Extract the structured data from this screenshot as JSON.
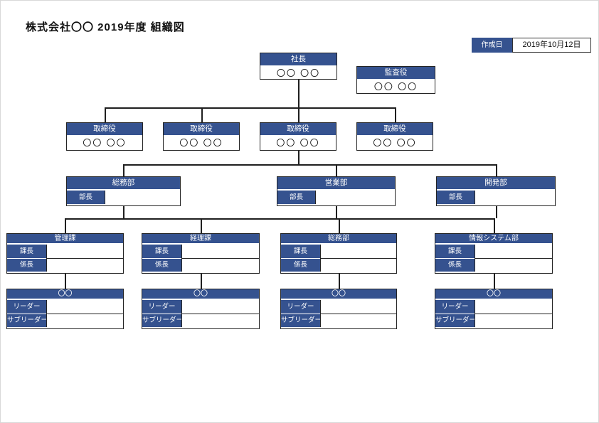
{
  "page": {
    "title": "株式会社〇〇 2019年度 組織図",
    "created_label": "作成日",
    "created_date": "2019年10月12日"
  },
  "colors": {
    "header_blue": "#35528F",
    "line_black": "#1f1f1f"
  },
  "chart": {
    "president": {
      "title": "社長",
      "name": "〇〇 〇〇"
    },
    "auditor": {
      "title": "監査役",
      "name": "〇〇 〇〇"
    },
    "directors": [
      {
        "title": "取締役",
        "name": "〇〇 〇〇"
      },
      {
        "title": "取締役",
        "name": "〇〇 〇〇"
      },
      {
        "title": "取締役",
        "name": "〇〇 〇〇"
      },
      {
        "title": "取締役",
        "name": "〇〇 〇〇"
      }
    ],
    "departments": [
      {
        "name": "総務部",
        "manager_label": "部長",
        "manager_value": ""
      },
      {
        "name": "営業部",
        "manager_label": "部長",
        "manager_value": ""
      },
      {
        "name": "開発部",
        "manager_label": "部長",
        "manager_value": ""
      }
    ],
    "sections": [
      {
        "name": "管理課",
        "rows": [
          {
            "label": "課長",
            "value": ""
          },
          {
            "label": "係長",
            "value": ""
          }
        ]
      },
      {
        "name": "経理課",
        "rows": [
          {
            "label": "課長",
            "value": ""
          },
          {
            "label": "係長",
            "value": ""
          }
        ]
      },
      {
        "name": "総務部",
        "rows": [
          {
            "label": "課長",
            "value": ""
          },
          {
            "label": "係長",
            "value": ""
          }
        ]
      },
      {
        "name": "情報システム部",
        "rows": [
          {
            "label": "課長",
            "value": ""
          },
          {
            "label": "係長",
            "value": ""
          }
        ]
      }
    ],
    "teams": [
      {
        "name": "〇〇",
        "rows": [
          {
            "label": "リーダー",
            "value": ""
          },
          {
            "label": "サブリーダー",
            "value": ""
          }
        ]
      },
      {
        "name": "〇〇",
        "rows": [
          {
            "label": "リーダー",
            "value": ""
          },
          {
            "label": "サブリーダー",
            "value": ""
          }
        ]
      },
      {
        "name": "〇〇",
        "rows": [
          {
            "label": "リーダー",
            "value": ""
          },
          {
            "label": "サブリーダー",
            "value": ""
          }
        ]
      },
      {
        "name": "〇〇",
        "rows": [
          {
            "label": "リーダー",
            "value": ""
          },
          {
            "label": "サブリーダー",
            "value": ""
          }
        ]
      }
    ]
  }
}
